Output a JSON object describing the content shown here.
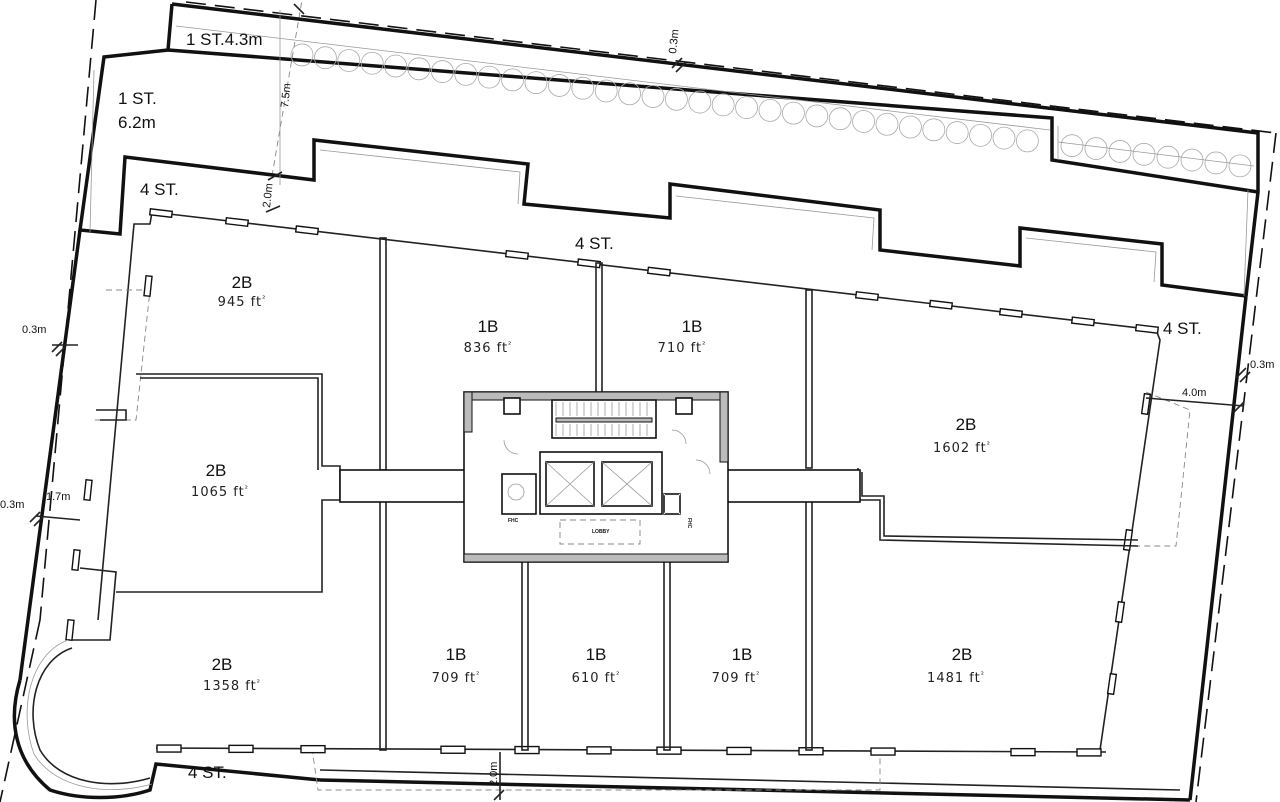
{
  "setbacks": {
    "top_1st_4_3": "1 ST.4.3m",
    "left_1st_line1": "1 ST.",
    "left_1st_line2": "6.2m",
    "tl_4st": "4 ST.",
    "mid_4st": "4 ST.",
    "right_4st": "4 ST.",
    "bottom_4st": "4 ST."
  },
  "dimensions": {
    "d_0_3_top": "0.3m",
    "d_7_5": "7.5m",
    "d_2_0_top": "2.0m",
    "d_0_3_left_upper": "0.3m",
    "d_0_3_left_lower": "0.3m",
    "d_1_7": "1.7m",
    "d_0_3_right": "0.3m",
    "d_4_0": "4.0m",
    "d_2_0_bottom": "2.0m"
  },
  "units": [
    {
      "type": "2B",
      "area": "945",
      "unit": "ft"
    },
    {
      "type": "1B",
      "area": "836",
      "unit": "ft"
    },
    {
      "type": "1B",
      "area": "710",
      "unit": "ft"
    },
    {
      "type": "2B",
      "area": "1602",
      "unit": "ft"
    },
    {
      "type": "2B",
      "area": "1065",
      "unit": "ft"
    },
    {
      "type": "2B",
      "area": "1358",
      "unit": "ft"
    },
    {
      "type": "1B",
      "area": "709",
      "unit": "ft"
    },
    {
      "type": "1B",
      "area": "610",
      "unit": "ft"
    },
    {
      "type": "1B",
      "area": "709",
      "unit": "ft"
    },
    {
      "type": "2B",
      "area": "1481",
      "unit": "ft"
    }
  ],
  "area_sup": "²",
  "core": {
    "fhc_left": "FHC",
    "fhc_right": "FHC",
    "lobby": "LOBBY"
  }
}
